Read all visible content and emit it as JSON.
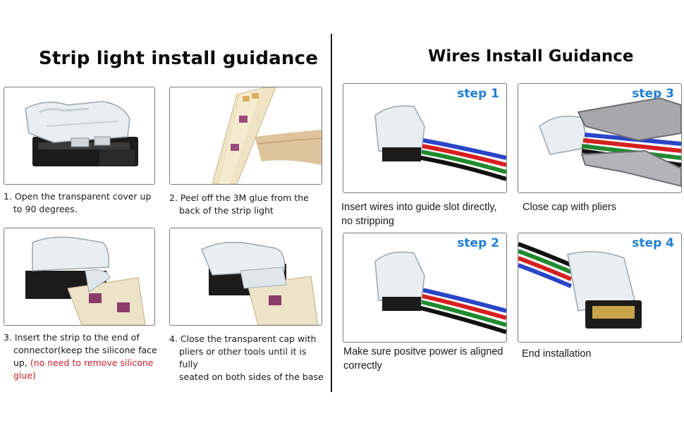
{
  "left": {
    "title": "Strip light install guidance",
    "steps": [
      {
        "line1": "1. Open the transparent cover up",
        "line2": "to 90 degrees."
      },
      {
        "line1": "2. Peel off the 3M glue from the",
        "line2": "back of the strip light"
      },
      {
        "line1": "3. Insert the strip to the end of",
        "line2": "connector(keep the silicone face",
        "line3_start": "up, ",
        "line3_red": "(no need to remove silicone",
        "line4_red": "glue)"
      },
      {
        "line1": "4. Close the transparent cap with",
        "line2": "pliers or other tools until it is fully",
        "line3": "seated on both sides of the base"
      }
    ]
  },
  "right": {
    "title": "Wires Install Guidance",
    "steps": [
      {
        "label": "step 1",
        "caption_line1": "Insert wires into guide slot directly,",
        "caption_line2": "no stripping"
      },
      {
        "label": "step 3",
        "caption_line1": "Close cap with pliers",
        "caption_line2": ""
      },
      {
        "label": "step 2",
        "caption_line1": "Make sure positve power is aligned",
        "caption_line2": "correctly"
      },
      {
        "label": "step 4",
        "caption_line1": "End installation",
        "caption_line2": ""
      }
    ]
  },
  "colors": {
    "step_label": "#1f7fd6",
    "warning_text": "#c8202c",
    "wire_red": "#d62020",
    "wire_green": "#1f8a2e",
    "wire_blue": "#2a45c8",
    "wire_black": "#111111"
  }
}
